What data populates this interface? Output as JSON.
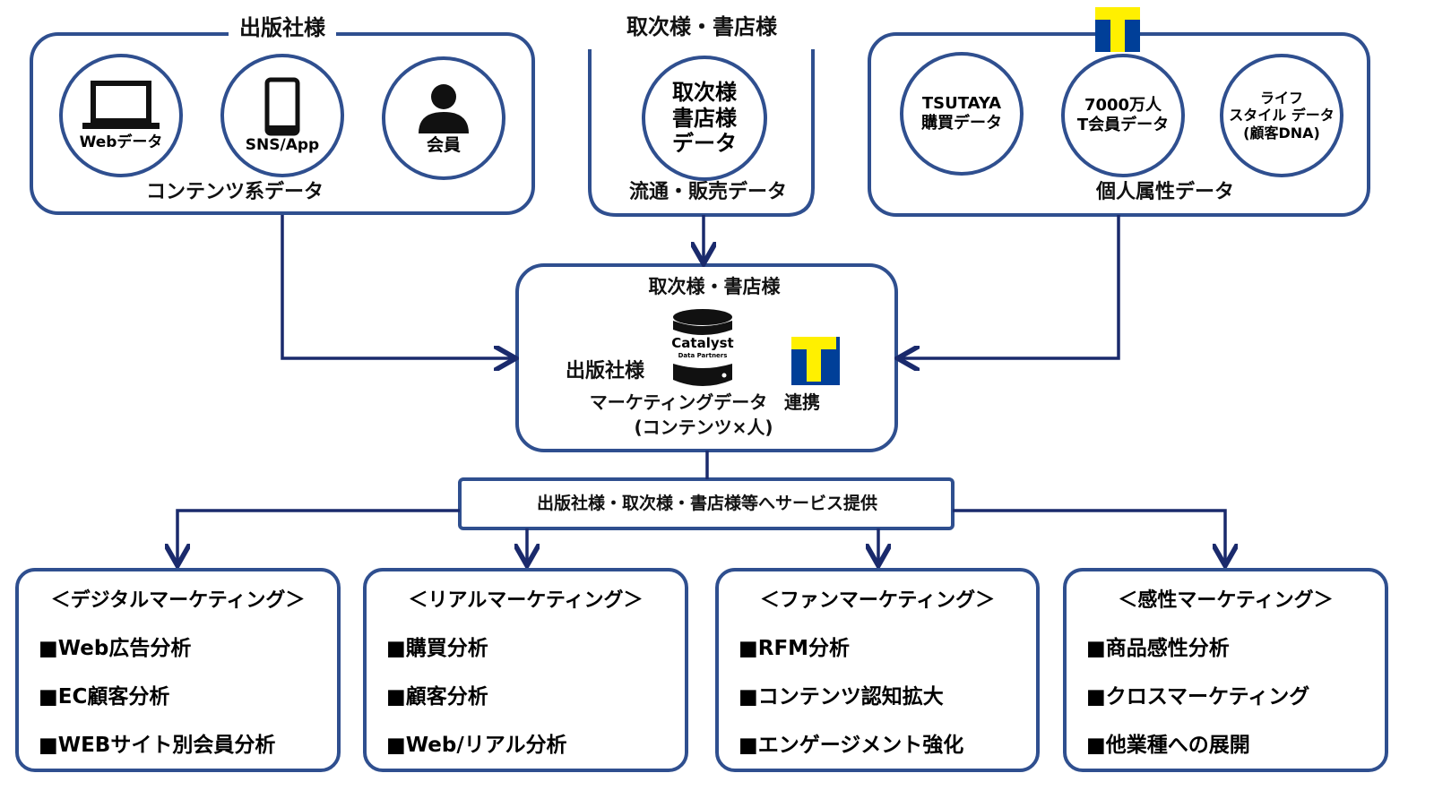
{
  "colors": {
    "border": "#2f4f8f",
    "arrow": "#1a2a6c",
    "t_yellow": "#fff000",
    "t_blue": "#003f98"
  },
  "publisher": {
    "title": "出版社様",
    "footer": "コンテンツ系データ",
    "circles": [
      {
        "icon": "laptop-icon",
        "label": "Webデータ"
      },
      {
        "icon": "smartphone-icon",
        "label": "SNS/App"
      },
      {
        "icon": "person-icon",
        "label": "会員"
      }
    ]
  },
  "distributor": {
    "title": "取次様・書店様",
    "circle_lines": [
      "取次様",
      "書店様",
      "データ"
    ],
    "footer": "流通・販売データ"
  },
  "personal": {
    "logo": "T",
    "circles": [
      [
        "TSUTAYA",
        "購買データ"
      ],
      [
        "7000万人",
        "T会員データ"
      ],
      [
        "ライフ",
        "スタイル データ",
        "(顧客DNA)"
      ]
    ],
    "footer": "個人属性データ"
  },
  "center": {
    "top": "取次様・書店様",
    "left": "出版社様",
    "db_brand": "Catalyst",
    "db_sub": "Data Partners",
    "logo": "T",
    "line1": "マーケティングデータ",
    "link": "連携",
    "line2": "(コンテンツ×人)"
  },
  "service": "出版社様・取次様・書店様等へサービス提供",
  "cards": [
    {
      "title": "＜デジタルマーケティング＞",
      "items": [
        "■Web広告分析",
        "■EC顧客分析",
        "■WEBサイト別会員分析"
      ]
    },
    {
      "title": "＜リアルマーケティング＞",
      "items": [
        "■購買分析",
        "■顧客分析",
        "■Web/リアル分析"
      ]
    },
    {
      "title": "＜ファンマーケティング＞",
      "items": [
        "■RFM分析",
        "■コンテンツ認知拡大",
        "■エンゲージメント強化"
      ]
    },
    {
      "title": "＜感性マーケティング＞",
      "items": [
        "■商品感性分析",
        "■クロスマーケティング",
        "■他業種への展開"
      ]
    }
  ]
}
